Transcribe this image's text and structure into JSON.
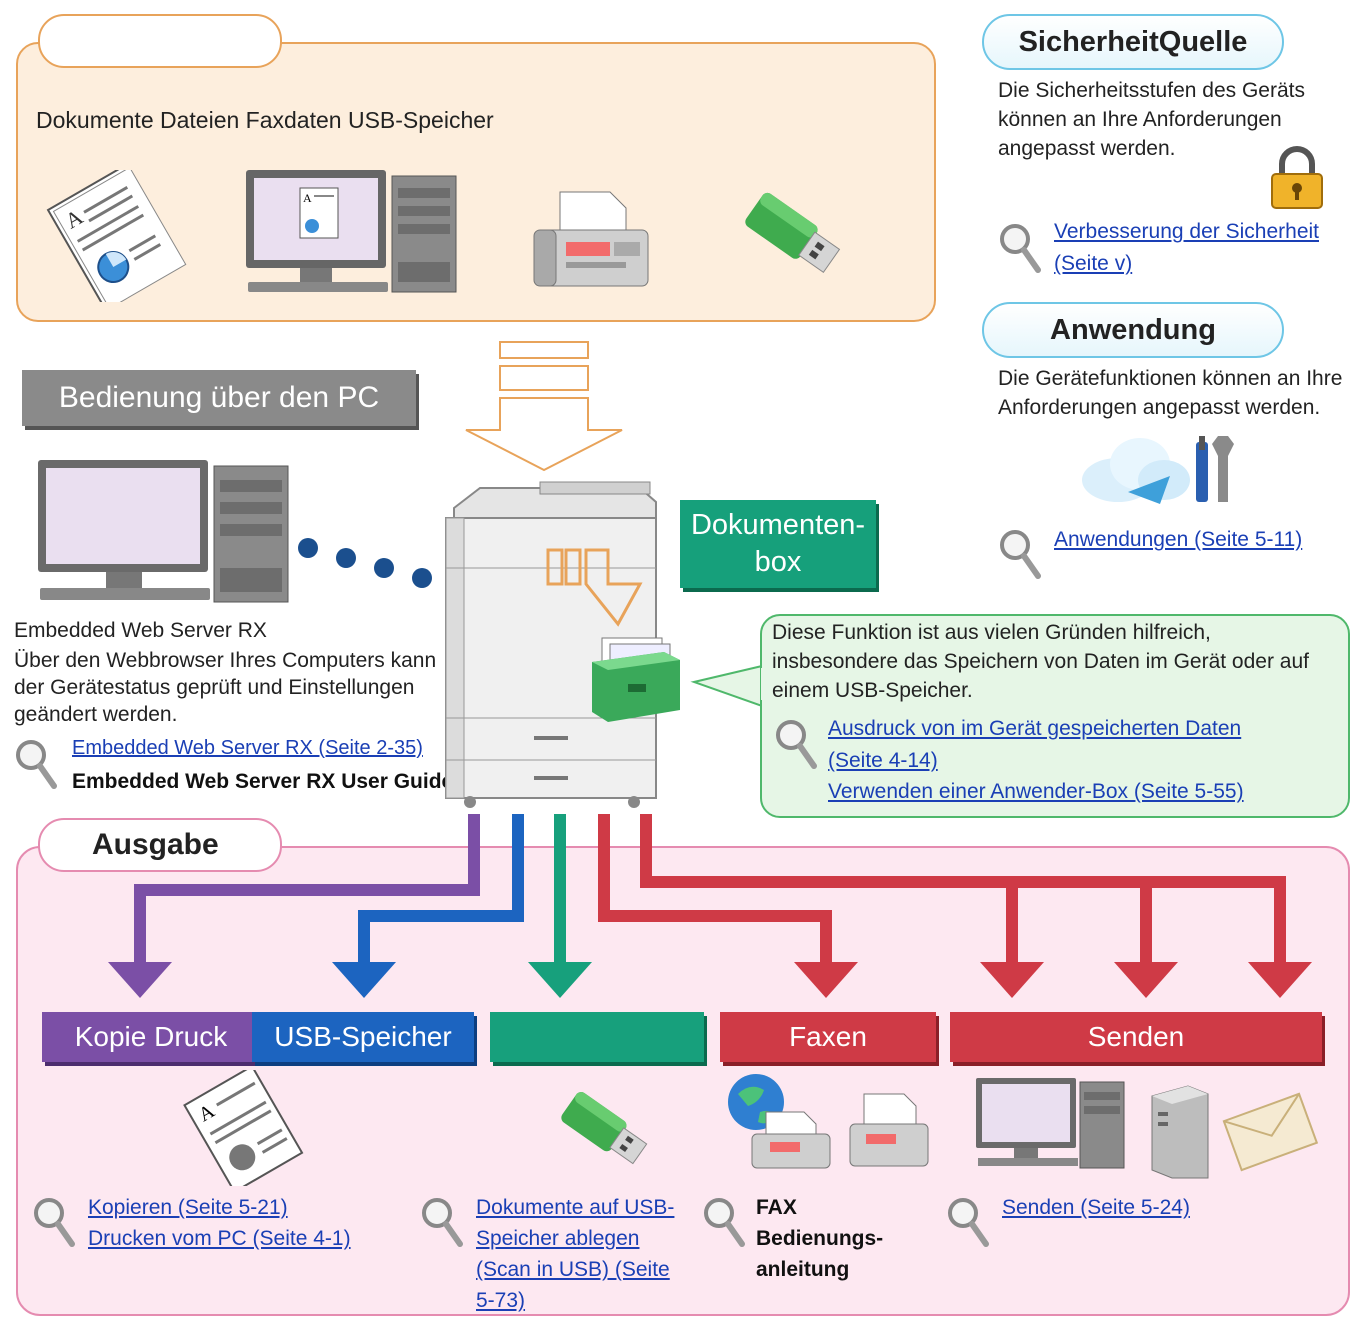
{
  "input_panel": {
    "heading": "Dokumente Dateien Faxdaten USB-Speicher"
  },
  "security": {
    "title": "SicherheitQuelle",
    "description": "Die Sicherheitsstufen des Geräts können an Ihre Anforderungen angepasst werden.",
    "link_line1": "Verbesserung der Sicherheit",
    "link_line2": "(Seite v)"
  },
  "application": {
    "title": "Anwendung",
    "description": "Die Gerätefunktionen können an Ihre Anforderungen angepasst werden.",
    "link": "Anwendungen (Seite 5-11)"
  },
  "pc_operation": {
    "banner": "Bedienung über den PC",
    "line1": "Embedded Web Server RX",
    "description": "Über den Webbrowser Ihres Computers kann der Gerätestatus geprüft und Einstellungen geändert werden.",
    "link": "Embedded Web Server RX (Seite 2-35)",
    "guide": "Embedded Web Server RX User Guide"
  },
  "document_box": {
    "label_line1": "Dokumenten-",
    "label_line2": "box",
    "description": "Diese Funktion ist aus vielen Gründen hilfreich, insbesondere das Speichern von Daten im Gerät oder auf einem USB-Speicher.",
    "link1_line1": "Ausdruck von im Gerät gespeicherten Daten",
    "link1_line2": "(Seite 4-14)",
    "link2": "Verwenden einer Anwender-Box (Seite 5-55)"
  },
  "output": {
    "title": "Ausgabe",
    "categories": [
      {
        "label": "Kopie Druck",
        "color": "#7b4fa6"
      },
      {
        "label": "USB-Speicher",
        "color": "#1c64c0"
      },
      {
        "label": "",
        "color": "#17a07c"
      },
      {
        "label": "Faxen",
        "color": "#cf3a46"
      },
      {
        "label": "Senden",
        "color": "#cf3a46"
      }
    ],
    "copy_link1": "Kopieren (Seite 5-21)",
    "copy_link2": "Drucken vom PC (Seite 4-1)",
    "usb_link_lines": [
      "Dokumente auf USB-",
      "Speicher ablegen",
      "(Scan in USB) (Seite",
      "5-73)"
    ],
    "fax_lines": [
      "FAX",
      "Bedienungs-",
      "anleitung"
    ],
    "send_link": "Senden (Seite 5-24)"
  },
  "icons": [
    "document-icon",
    "computer-icon",
    "fax-icon",
    "usb-stick-icon",
    "printer-icon",
    "padlock-icon",
    "cloud-tools-icon",
    "file-box-icon",
    "magnifier-icon",
    "globe-icon",
    "server-icon",
    "envelope-icon"
  ]
}
